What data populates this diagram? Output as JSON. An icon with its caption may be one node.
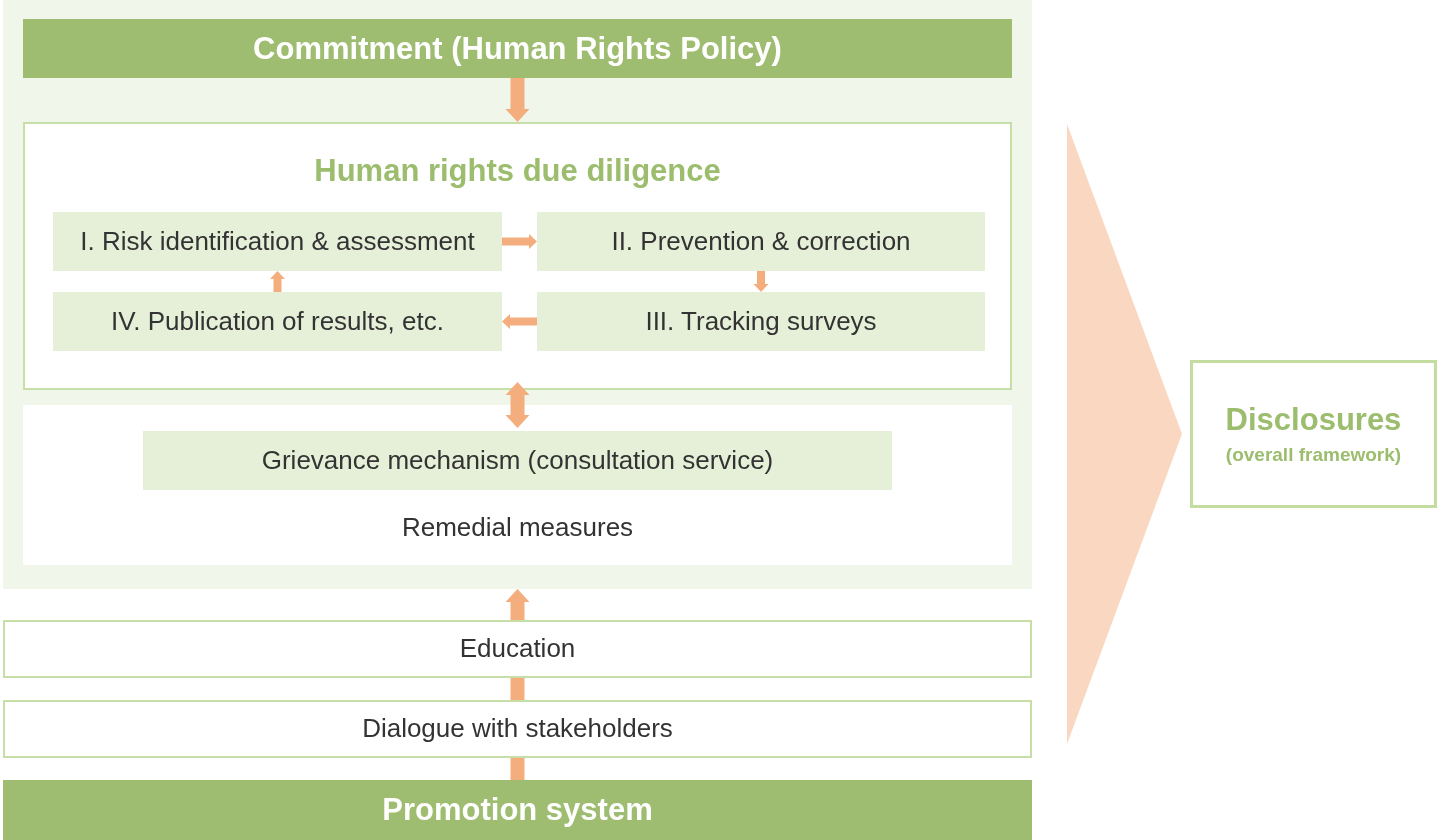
{
  "diagram": {
    "nodes": [
      {
        "text": [],
        "shape": "box"
      },
      {
        "text": [
          "Commitment (Human Rights Policy)"
        ],
        "in": 0
      },
      {
        "text": [
          "Human rights due diligence"
        ],
        "in": 0
      },
      {
        "text": [
          "I. Risk identification & assessment"
        ],
        "in": 2
      },
      {
        "text": [
          "II. Prevention & correction"
        ],
        "in": 2
      },
      {
        "text": [
          "IV. Publication of results, etc."
        ],
        "in": 2
      },
      {
        "text": [
          "III. Tracking surveys"
        ],
        "in": 2
      },
      {
        "text": [
          "Remedial measures"
        ],
        "in": 0
      },
      {
        "text": [
          "Grievance mechanism (consultation service)"
        ],
        "in": 7
      },
      {
        "text": [
          "Education"
        ]
      },
      {
        "text": [
          "Dialogue with stakeholders"
        ]
      },
      {
        "text": [
          "Promotion system"
        ]
      },
      {
        "text": [
          "Disclosures",
          "(overall framework)"
        ]
      }
    ],
    "edges": [
      {
        "from": 1,
        "to": 2,
        "arrow": "to"
      },
      {
        "from": 3,
        "to": 4,
        "arrow": "to"
      },
      {
        "from": 4,
        "to": 6,
        "arrow": "to"
      },
      {
        "from": 6,
        "to": 5,
        "arrow": "to"
      },
      {
        "from": 5,
        "to": 3,
        "arrow": "to"
      },
      {
        "from": 2,
        "to": 8,
        "arrow": "both"
      },
      {
        "from": 11,
        "to": 10,
        "arrow": "none"
      },
      {
        "from": 10,
        "to": 9,
        "arrow": "none"
      },
      {
        "from": 9,
        "to": 0,
        "arrow": "to"
      },
      {
        "from": null,
        "to": 12,
        "arrow": "to",
        "color": "#fad7c0"
      }
    ]
  }
}
